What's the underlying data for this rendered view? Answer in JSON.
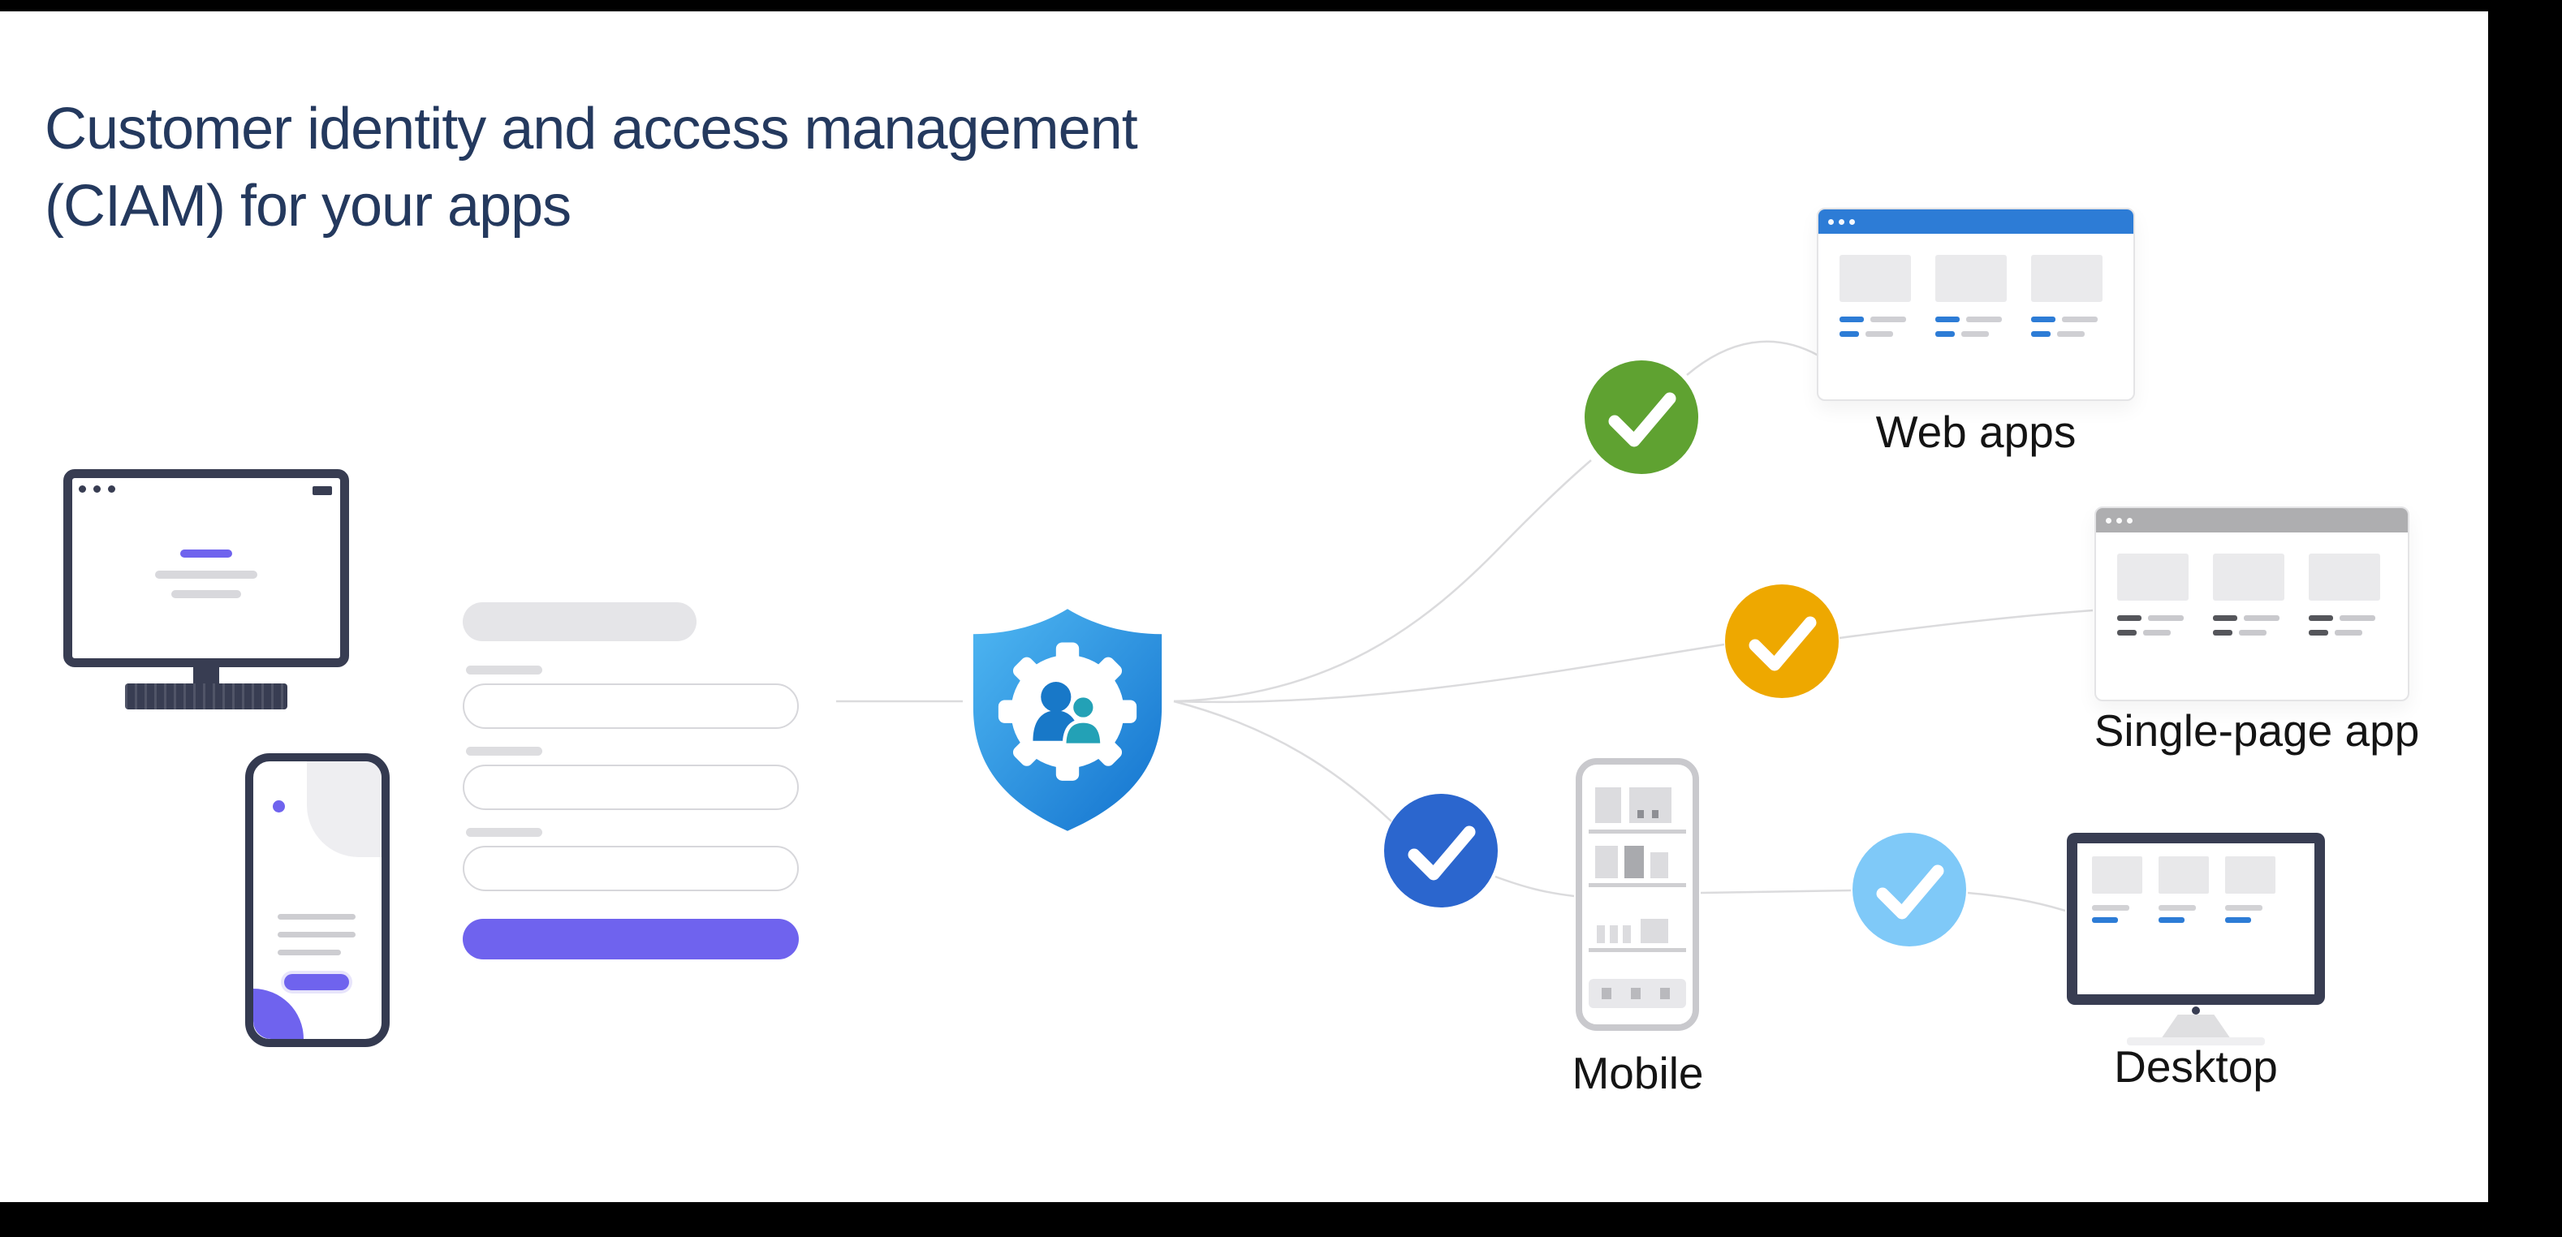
{
  "title": {
    "lines": [
      "Customer identity and access management",
      "(CIAM) for your apps"
    ],
    "color": "#24395E"
  },
  "source": {
    "illustrations": [
      "desktop-monitor-login",
      "smartphone-login"
    ],
    "form": {
      "icon": "signup-form-illustration",
      "field_count": 3,
      "accent_color": "#6F63EE"
    }
  },
  "center": {
    "icon": "identity-shield-gear-users-icon",
    "shield_gradient": {
      "start": "#4FB7F2",
      "end": "#1272CE"
    },
    "user_front_color": "#23A1B6",
    "user_back_color": "#1878C8"
  },
  "connector_color": "#DBDBDD",
  "targets": [
    {
      "id": "web-apps",
      "label": "Web apps",
      "check_color": "#5FA231",
      "bar_color": "#2D7CD6",
      "illustration": "browser-window"
    },
    {
      "id": "single-page-app",
      "label": "Single-page app",
      "check_color": "#EEA800",
      "bar_color": "#AEAEB0",
      "illustration": "browser-window"
    },
    {
      "id": "mobile",
      "label": "Mobile",
      "check_color": "#2B66CE",
      "illustration": "smartphone-storefront"
    },
    {
      "id": "desktop",
      "label": "Desktop",
      "check_color": "#7FC9F8",
      "illustration": "desktop-monitor"
    }
  ],
  "device_frame_color": "#383D52"
}
